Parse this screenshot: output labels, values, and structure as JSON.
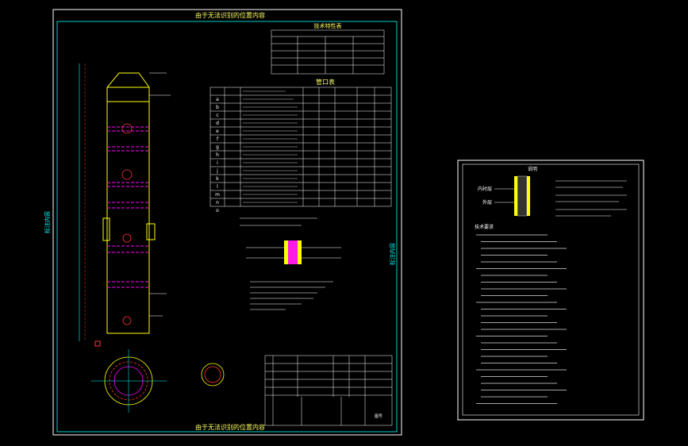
{
  "colors": {
    "background": "#000000",
    "frame": "#ffffff",
    "inner_frame": "#00ffff",
    "vessel": "#ffff00",
    "dimension": "#ff3333",
    "hatch": "#ff00ff",
    "text_title": "#ffff66",
    "table_lines": "#ffffff"
  },
  "sheet1": {
    "top_title": "由于无法识别的位置内容",
    "bottom_title": "由于无法识别的位置内容",
    "left_vertical_label": "标注内容",
    "right_vertical_label": "标注内容",
    "design_table_title": "技术特性表",
    "nozzle_table_title": "管口表",
    "nozzle_rows": [
      "a",
      "b",
      "c",
      "d",
      "e",
      "f",
      "g",
      "h",
      "i",
      "j",
      "k",
      "l",
      "m",
      "n",
      "o"
    ],
    "title_block_label": "图号"
  },
  "sheet2": {
    "header_label": "说明",
    "callouts": [
      "内衬层",
      "外层"
    ],
    "notes_heading": "技术要求"
  },
  "icons": [
    "cad-vessel-drawing",
    "detail-hatch",
    "flange-circle"
  ]
}
